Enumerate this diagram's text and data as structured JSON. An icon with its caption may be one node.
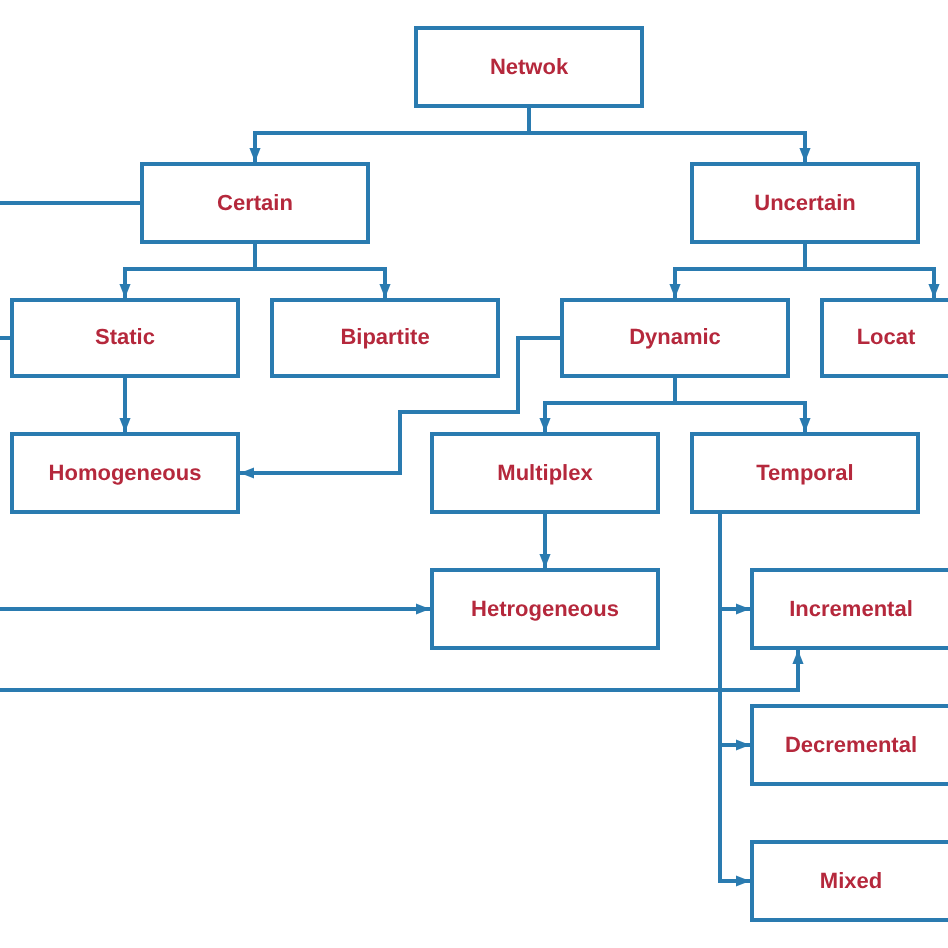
{
  "diagram": {
    "nodes": [
      {
        "text": [
          "Netwok"
        ]
      },
      {
        "text": [
          "Certain"
        ]
      },
      {
        "text": [
          "Uncertain"
        ]
      },
      {
        "text": [
          "Static"
        ]
      },
      {
        "text": [
          "Bipartite"
        ]
      },
      {
        "text": [
          "Dynamic"
        ]
      },
      {
        "text": [
          "Locat"
        ]
      },
      {
        "text": [
          "Homogeneous"
        ]
      },
      {
        "text": [
          "Multiplex"
        ]
      },
      {
        "text": [
          "Temporal"
        ]
      },
      {
        "text": [
          "Hetrogeneous"
        ]
      },
      {
        "text": [
          "Incremental"
        ]
      },
      {
        "text": [
          "Decremental"
        ]
      },
      {
        "text": [
          "Mixed"
        ]
      }
    ],
    "edges": [
      {
        "from": 0,
        "to": 1,
        "arrow": "to"
      },
      {
        "from": 0,
        "to": 2,
        "arrow": "to"
      },
      {
        "from": null,
        "to": 1,
        "arrow": "none"
      },
      {
        "from": 1,
        "to": 3,
        "arrow": "to"
      },
      {
        "from": 1,
        "to": 4,
        "arrow": "to"
      },
      {
        "from": 2,
        "to": 5,
        "arrow": "to"
      },
      {
        "from": 2,
        "to": 6,
        "arrow": "to"
      },
      {
        "from": null,
        "to": 3,
        "arrow": "none"
      },
      {
        "from": 3,
        "to": 7,
        "arrow": "to"
      },
      {
        "from": 5,
        "to": 7,
        "arrow": "to"
      },
      {
        "from": 5,
        "to": 8,
        "arrow": "to"
      },
      {
        "from": 5,
        "to": 9,
        "arrow": "to"
      },
      {
        "from": 8,
        "to": 10,
        "arrow": "to"
      },
      {
        "from": null,
        "to": 10,
        "arrow": "to"
      },
      {
        "from": 9,
        "to": 11,
        "arrow": "to"
      },
      {
        "from": 9,
        "to": 12,
        "arrow": "to"
      },
      {
        "from": 9,
        "to": 13,
        "arrow": "to"
      },
      {
        "from": null,
        "to": 11,
        "arrow": "to"
      }
    ]
  }
}
